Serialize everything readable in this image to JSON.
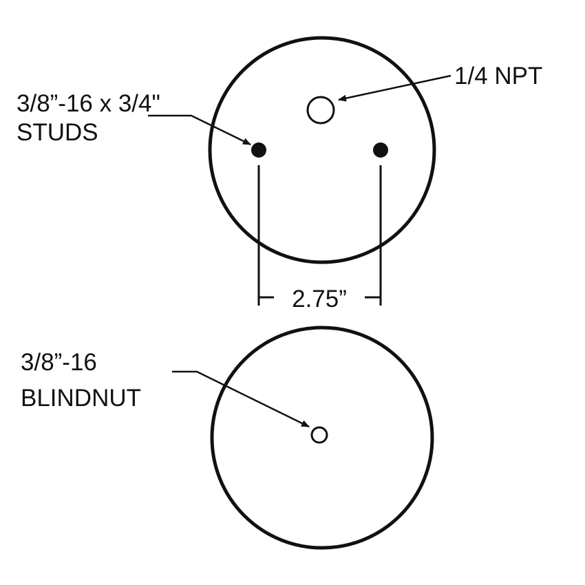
{
  "top_view": {
    "port_label": "1/4 NPT",
    "studs_label_line1": "3/8”-16 x 3/4\"",
    "studs_label_line2": "STUDS",
    "spacing_label": "2.75”"
  },
  "bottom_view": {
    "blindnut_label_line1": "3/8”-16",
    "blindnut_label_line2": "BLINDNUT"
  },
  "colors": {
    "line": "#111111",
    "background": "#ffffff"
  }
}
